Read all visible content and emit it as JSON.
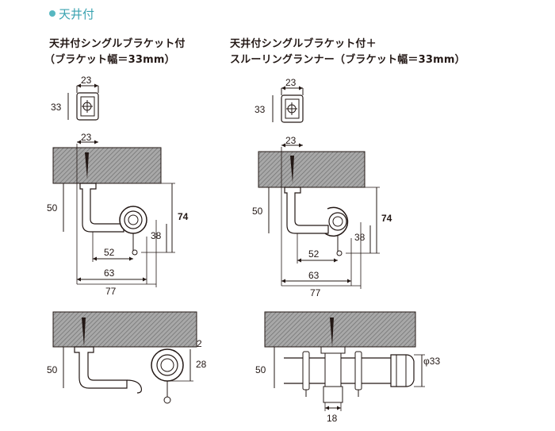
{
  "section": {
    "label": "天井付"
  },
  "left": {
    "title_line1": "天井付シングルブラケット付",
    "title_line2": "（ブラケット幅＝33mm）"
  },
  "right": {
    "title_line1": "天井付シングルブラケット付＋",
    "title_line2": "スルーリングランナー（ブラケット幅＝33mm）"
  },
  "dims": {
    "d23": "23",
    "d33": "33",
    "d50": "50",
    "d74": "74",
    "d38": "38",
    "d52": "52",
    "d63": "63",
    "d77": "77",
    "d2": "2",
    "d28": "28",
    "d18": "18",
    "phi33": "φ33"
  },
  "colors": {
    "accent": "#57b7c1",
    "line": "#231815",
    "hatch": "#808080"
  }
}
